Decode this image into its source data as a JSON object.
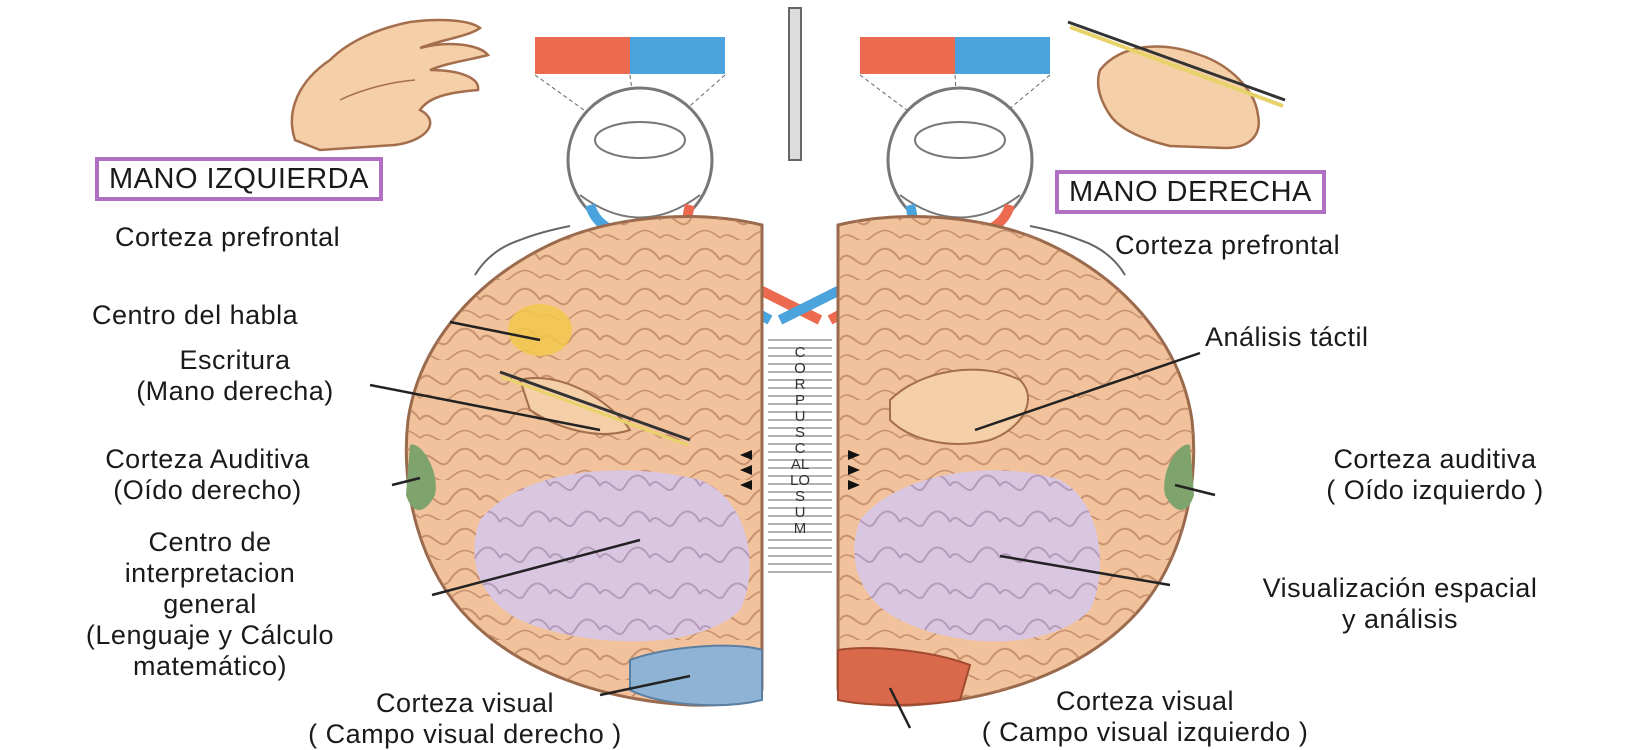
{
  "boxes": {
    "left_hand": "MANO IZQUIERDA",
    "right_hand": "MANO DERECHA"
  },
  "labels": {
    "left": {
      "prefrontal": "Corteza prefrontal",
      "speech": "Centro del habla",
      "writing": [
        "Escritura",
        "(Mano derecha)"
      ],
      "auditory": [
        "Corteza Auditiva",
        "(Oído derecho)"
      ],
      "interpretation": [
        "Centro de",
        "interpretacion",
        "general",
        "(Lenguaje y Cálculo",
        "matemático)"
      ],
      "visual": [
        "Corteza visual",
        "( Campo visual derecho )"
      ]
    },
    "right": {
      "prefrontal": "Corteza prefrontal",
      "tactile": "Análisis táctil",
      "auditory": [
        "Corteza auditiva",
        "( Oído izquierdo )"
      ],
      "spatial": [
        "Visualización espacial",
        "y  análisis"
      ],
      "visual": [
        "Corteza visual",
        "( Campo visual izquierdo )"
      ]
    }
  },
  "corpus_callosum": "CORPUS CALLOSUM",
  "colors": {
    "brain": "#f2c29c",
    "brain_outline": "#9a6a4d",
    "speech_area": "#f2c84b",
    "auditory_area": "#7ea36d",
    "interpretation_area": "#d9c6e0",
    "visual_left": "#8fb3d4",
    "visual_right": "#d9694a",
    "red": "#ec6a50",
    "blue": "#4aa3dc",
    "box_border": "#b06fc3"
  }
}
